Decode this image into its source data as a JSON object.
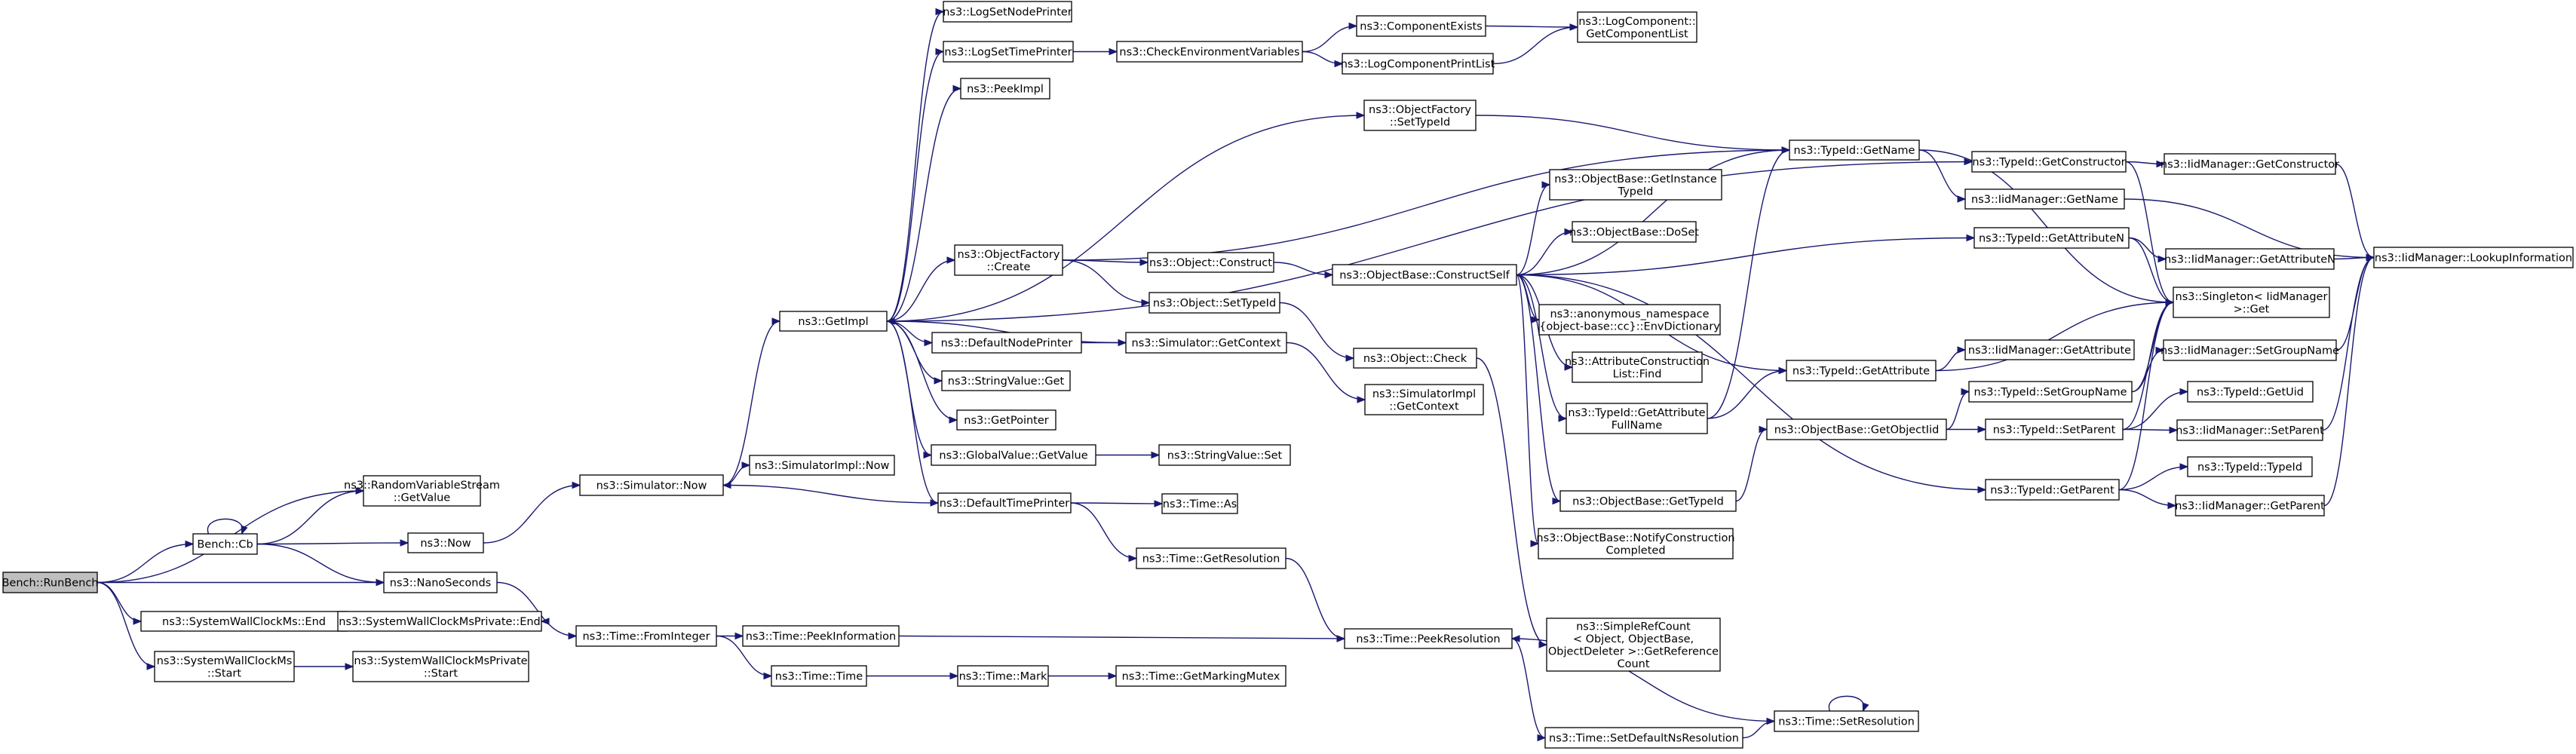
{
  "nodes": [
    {
      "id": "bench_runbench",
      "lines": [
        "Bench::RunBench"
      ],
      "root": true
    },
    {
      "id": "randomvariablestream_getvalue",
      "lines": [
        "ns3::RandomVariableStream",
        "::GetValue"
      ]
    },
    {
      "id": "bench_cb",
      "lines": [
        "Bench::Cb"
      ]
    },
    {
      "id": "now",
      "lines": [
        "ns3::Now"
      ]
    },
    {
      "id": "nanoseconds",
      "lines": [
        "ns3::NanoSeconds"
      ]
    },
    {
      "id": "systemwallclockms_end",
      "lines": [
        "ns3::SystemWallClockMs::End"
      ]
    },
    {
      "id": "systemwallclockms_start",
      "lines": [
        "ns3::SystemWallClockMs",
        "::Start"
      ]
    },
    {
      "id": "systemwallclockmsprivate_end",
      "lines": [
        "ns3::SystemWallClockMsPrivate::End"
      ]
    },
    {
      "id": "systemwallclockmsprivate_start",
      "lines": [
        "ns3::SystemWallClockMsPrivate",
        "::Start"
      ]
    },
    {
      "id": "simulator_now",
      "lines": [
        "ns3::Simulator::Now"
      ]
    },
    {
      "id": "simulatorimpl_now",
      "lines": [
        "ns3::SimulatorImpl::Now"
      ]
    },
    {
      "id": "time_frominteger",
      "lines": [
        "ns3::Time::FromInteger"
      ]
    },
    {
      "id": "getimpl",
      "lines": [
        "ns3::GetImpl"
      ]
    },
    {
      "id": "logsetnodeprinter",
      "lines": [
        "ns3::LogSetNodePrinter"
      ]
    },
    {
      "id": "logsettimeprinter",
      "lines": [
        "ns3::LogSetTimePrinter"
      ]
    },
    {
      "id": "peekimpl",
      "lines": [
        "ns3::PeekImpl"
      ]
    },
    {
      "id": "objectfactory_create",
      "lines": [
        "ns3::ObjectFactory",
        "::Create"
      ]
    },
    {
      "id": "defaultnodeprinter",
      "lines": [
        "ns3::DefaultNodePrinter"
      ]
    },
    {
      "id": "stringvalue_get",
      "lines": [
        "ns3::StringValue::Get"
      ]
    },
    {
      "id": "getpointer",
      "lines": [
        "ns3::GetPointer"
      ]
    },
    {
      "id": "globalvalue_getvalue",
      "lines": [
        "ns3::GlobalValue::GetValue"
      ]
    },
    {
      "id": "defaulttimeprinter",
      "lines": [
        "ns3::DefaultTimePrinter"
      ]
    },
    {
      "id": "time_peekinformation",
      "lines": [
        "ns3::Time::PeekInformation"
      ]
    },
    {
      "id": "time_time",
      "lines": [
        "ns3::Time::Time"
      ]
    },
    {
      "id": "checkenvironmentvariables",
      "lines": [
        "ns3::CheckEnvironmentVariables"
      ]
    },
    {
      "id": "object_construct",
      "lines": [
        "ns3::Object::Construct"
      ]
    },
    {
      "id": "object_settypeid",
      "lines": [
        "ns3::Object::SetTypeId"
      ]
    },
    {
      "id": "simulator_getcontext",
      "lines": [
        "ns3::Simulator::GetContext"
      ]
    },
    {
      "id": "stringvalue_set",
      "lines": [
        "ns3::StringValue::Set"
      ]
    },
    {
      "id": "time_as",
      "lines": [
        "ns3::Time::As"
      ]
    },
    {
      "id": "time_getresolution",
      "lines": [
        "ns3::Time::GetResolution"
      ]
    },
    {
      "id": "time_mark",
      "lines": [
        "ns3::Time::Mark"
      ]
    },
    {
      "id": "time_getmarkingmutex",
      "lines": [
        "ns3::Time::GetMarkingMutex"
      ]
    },
    {
      "id": "componentexists",
      "lines": [
        "ns3::ComponentExists"
      ]
    },
    {
      "id": "logcomponentprintlist",
      "lines": [
        "ns3::LogComponentPrintList"
      ]
    },
    {
      "id": "objectfactory_settypeid",
      "lines": [
        "ns3::ObjectFactory",
        "::SetTypeId"
      ]
    },
    {
      "id": "objectbase_constructself",
      "lines": [
        "ns3::ObjectBase::ConstructSelf"
      ]
    },
    {
      "id": "object_check",
      "lines": [
        "ns3::Object::Check"
      ]
    },
    {
      "id": "simulatorimpl_getcontext",
      "lines": [
        "ns3::SimulatorImpl",
        "::GetContext"
      ]
    },
    {
      "id": "time_peekresolution",
      "lines": [
        "ns3::Time::PeekResolution"
      ]
    },
    {
      "id": "logcomponent_getcomponentlist",
      "lines": [
        "ns3::LogComponent::",
        "GetComponentList"
      ]
    },
    {
      "id": "objectbase_getinstancetypeid",
      "lines": [
        "ns3::ObjectBase::GetInstance",
        "TypeId"
      ]
    },
    {
      "id": "objectbase_doset",
      "lines": [
        "ns3::ObjectBase::DoSet"
      ]
    },
    {
      "id": "anonymous_envdictionary",
      "lines": [
        "ns3::anonymous_namespace",
        "{object-base::cc}::EnvDictionary"
      ]
    },
    {
      "id": "attributeconstructionlist_find",
      "lines": [
        "ns3::AttributeConstruction",
        "List::Find"
      ]
    },
    {
      "id": "typeid_getattributefullname",
      "lines": [
        "ns3::TypeId::GetAttribute",
        "FullName"
      ]
    },
    {
      "id": "objectbase_gettypeid",
      "lines": [
        "ns3::ObjectBase::GetTypeId"
      ]
    },
    {
      "id": "objectbase_notifyconstructioncompleted",
      "lines": [
        "ns3::ObjectBase::NotifyConstruction",
        "Completed"
      ]
    },
    {
      "id": "simplerefcount_getreferencecount",
      "lines": [
        "ns3::SimpleRefCount",
        "< Object, ObjectBase,",
        "ObjectDeleter >::GetReference",
        "Count"
      ]
    },
    {
      "id": "time_setdefaultnsresolution",
      "lines": [
        "ns3::Time::SetDefaultNsResolution"
      ]
    },
    {
      "id": "typeid_getname",
      "lines": [
        "ns3::TypeId::GetName"
      ]
    },
    {
      "id": "typeid_getattribute",
      "lines": [
        "ns3::TypeId::GetAttribute"
      ]
    },
    {
      "id": "objectbase_getobjectiid",
      "lines": [
        "ns3::ObjectBase::GetObjectIid"
      ]
    },
    {
      "id": "typeid_getconstructor",
      "lines": [
        "ns3::TypeId::GetConstructor"
      ]
    },
    {
      "id": "iidmanager_getname",
      "lines": [
        "ns3::IidManager::GetName"
      ]
    },
    {
      "id": "typeid_getattributen",
      "lines": [
        "ns3::TypeId::GetAttributeN"
      ]
    },
    {
      "id": "iidmanager_getattribute",
      "lines": [
        "ns3::IidManager::GetAttribute"
      ]
    },
    {
      "id": "typeid_setgroupname",
      "lines": [
        "ns3::TypeId::SetGroupName"
      ]
    },
    {
      "id": "typeid_setparent",
      "lines": [
        "ns3::TypeId::SetParent"
      ]
    },
    {
      "id": "typeid_getparent",
      "lines": [
        "ns3::TypeId::GetParent"
      ]
    },
    {
      "id": "time_setresolution",
      "lines": [
        "ns3::Time::SetResolution"
      ]
    },
    {
      "id": "iidmanager_getconstructor",
      "lines": [
        "ns3::IidManager::GetConstructor"
      ]
    },
    {
      "id": "iidmanager_getattributen",
      "lines": [
        "ns3::IidManager::GetAttributeN"
      ]
    },
    {
      "id": "singleton_iidmanager_get",
      "lines": [
        "ns3::Singleton< IidManager",
        ">::Get"
      ]
    },
    {
      "id": "iidmanager_setgroupname",
      "lines": [
        "ns3::IidManager::SetGroupName"
      ]
    },
    {
      "id": "typeid_getuid",
      "lines": [
        "ns3::TypeId::GetUid"
      ]
    },
    {
      "id": "iidmanager_setparent",
      "lines": [
        "ns3::IidManager::SetParent"
      ]
    },
    {
      "id": "typeid_typeid",
      "lines": [
        "ns3::TypeId::TypeId"
      ]
    },
    {
      "id": "iidmanager_getparent",
      "lines": [
        "ns3::IidManager::GetParent"
      ]
    },
    {
      "id": "iidmanager_lookupinformation",
      "lines": [
        "ns3::IidManager::LookupInformation"
      ]
    }
  ],
  "edges": [
    [
      "bench_runbench",
      "randomvariablestream_getvalue"
    ],
    [
      "bench_runbench",
      "bench_cb"
    ],
    [
      "bench_runbench",
      "nanoseconds"
    ],
    [
      "bench_runbench",
      "systemwallclockms_end"
    ],
    [
      "bench_runbench",
      "systemwallclockms_start"
    ],
    [
      "bench_cb",
      "bench_cb"
    ],
    [
      "bench_cb",
      "randomvariablestream_getvalue"
    ],
    [
      "bench_cb",
      "now"
    ],
    [
      "bench_cb",
      "nanoseconds"
    ],
    [
      "now",
      "simulator_now"
    ],
    [
      "nanoseconds",
      "time_frominteger"
    ],
    [
      "systemwallclockms_end",
      "systemwallclockmsprivate_end"
    ],
    [
      "systemwallclockms_start",
      "systemwallclockmsprivate_start"
    ],
    [
      "simulator_now",
      "getimpl"
    ],
    [
      "simulator_now",
      "simulatorimpl_now"
    ],
    [
      "time_frominteger",
      "time_peekinformation"
    ],
    [
      "time_frominteger",
      "time_time"
    ],
    [
      "getimpl",
      "logsetnodeprinter"
    ],
    [
      "getimpl",
      "logsettimeprinter"
    ],
    [
      "getimpl",
      "peekimpl"
    ],
    [
      "getimpl",
      "objectfactory_settypeid"
    ],
    [
      "getimpl",
      "objectfactory_create"
    ],
    [
      "getimpl",
      "typeid_getconstructor"
    ],
    [
      "getimpl",
      "defaultnodeprinter"
    ],
    [
      "getimpl",
      "stringvalue_get"
    ],
    [
      "getimpl",
      "getpointer"
    ],
    [
      "getimpl",
      "globalvalue_getvalue"
    ],
    [
      "getimpl",
      "defaulttimeprinter"
    ],
    [
      "logsettimeprinter",
      "checkenvironmentvariables"
    ],
    [
      "checkenvironmentvariables",
      "componentexists"
    ],
    [
      "checkenvironmentvariables",
      "logcomponentprintlist"
    ],
    [
      "componentexists",
      "logcomponent_getcomponentlist"
    ],
    [
      "logcomponentprintlist",
      "logcomponent_getcomponentlist"
    ],
    [
      "objectfactory_create",
      "object_construct"
    ],
    [
      "objectfactory_create",
      "object_settypeid"
    ],
    [
      "objectfactory_create",
      "typeid_getname"
    ],
    [
      "objectfactory_settypeid",
      "typeid_getname"
    ],
    [
      "object_construct",
      "objectbase_constructself"
    ],
    [
      "object_settypeid",
      "object_check"
    ],
    [
      "defaultnodeprinter",
      "simulator_getcontext"
    ],
    [
      "simulator_getcontext",
      "getimpl"
    ],
    [
      "simulator_getcontext",
      "simulatorimpl_getcontext"
    ],
    [
      "globalvalue_getvalue",
      "stringvalue_set"
    ],
    [
      "defaulttimeprinter",
      "simulator_now"
    ],
    [
      "defaulttimeprinter",
      "time_as"
    ],
    [
      "defaulttimeprinter",
      "time_getresolution"
    ],
    [
      "time_getresolution",
      "time_peekresolution"
    ],
    [
      "time_peekinformation",
      "time_peekresolution"
    ],
    [
      "time_time",
      "time_mark"
    ],
    [
      "time_mark",
      "time_getmarkingmutex"
    ],
    [
      "time_peekresolution",
      "time_setdefaultnsresolution"
    ],
    [
      "time_setdefaultnsresolution",
      "time_setresolution"
    ],
    [
      "time_setresolution",
      "time_setresolution"
    ],
    [
      "time_setresolution",
      "time_peekresolution"
    ],
    [
      "objectbase_constructself",
      "typeid_getname"
    ],
    [
      "objectbase_constructself",
      "typeid_getattributen"
    ],
    [
      "objectbase_constructself",
      "objectbase_getinstancetypeid"
    ],
    [
      "objectbase_constructself",
      "objectbase_doset"
    ],
    [
      "objectbase_constructself",
      "anonymous_envdictionary"
    ],
    [
      "objectbase_constructself",
      "attributeconstructionlist_find"
    ],
    [
      "objectbase_constructself",
      "typeid_getattributefullname"
    ],
    [
      "objectbase_constructself",
      "typeid_getattribute"
    ],
    [
      "objectbase_constructself",
      "objectbase_gettypeid"
    ],
    [
      "objectbase_constructself",
      "objectbase_notifyconstructioncompleted"
    ],
    [
      "objectbase_constructself",
      "typeid_getparent"
    ],
    [
      "object_check",
      "simplerefcount_getreferencecount"
    ],
    [
      "typeid_getattributefullname",
      "typeid_getname"
    ],
    [
      "typeid_getattributefullname",
      "typeid_getattribute"
    ],
    [
      "objectbase_gettypeid",
      "objectbase_getobjectiid"
    ],
    [
      "objectbase_getobjectiid",
      "typeid_setgroupname"
    ],
    [
      "objectbase_getobjectiid",
      "typeid_setparent"
    ],
    [
      "typeid_getname",
      "iidmanager_getname"
    ],
    [
      "typeid_getname",
      "singleton_iidmanager_get"
    ],
    [
      "typeid_getattribute",
      "iidmanager_getattribute"
    ],
    [
      "typeid_getattribute",
      "singleton_iidmanager_get"
    ],
    [
      "typeid_getconstructor",
      "iidmanager_getconstructor"
    ],
    [
      "typeid_getconstructor",
      "singleton_iidmanager_get"
    ],
    [
      "typeid_getattributen",
      "iidmanager_getattributen"
    ],
    [
      "typeid_getattributen",
      "singleton_iidmanager_get"
    ],
    [
      "typeid_setgroupname",
      "iidmanager_setgroupname"
    ],
    [
      "typeid_setgroupname",
      "singleton_iidmanager_get"
    ],
    [
      "typeid_setparent",
      "typeid_getuid"
    ],
    [
      "typeid_setparent",
      "iidmanager_setparent"
    ],
    [
      "typeid_setparent",
      "singleton_iidmanager_get"
    ],
    [
      "typeid_getparent",
      "typeid_typeid"
    ],
    [
      "typeid_getparent",
      "iidmanager_getparent"
    ],
    [
      "typeid_getparent",
      "singleton_iidmanager_get"
    ],
    [
      "iidmanager_getconstructor",
      "iidmanager_lookupinformation"
    ],
    [
      "iidmanager_getname",
      "iidmanager_lookupinformation"
    ],
    [
      "iidmanager_getattributen",
      "iidmanager_lookupinformation"
    ],
    [
      "iidmanager_setgroupname",
      "iidmanager_lookupinformation"
    ],
    [
      "iidmanager_setparent",
      "iidmanager_lookupinformation"
    ],
    [
      "iidmanager_getparent",
      "iidmanager_lookupinformation"
    ]
  ]
}
